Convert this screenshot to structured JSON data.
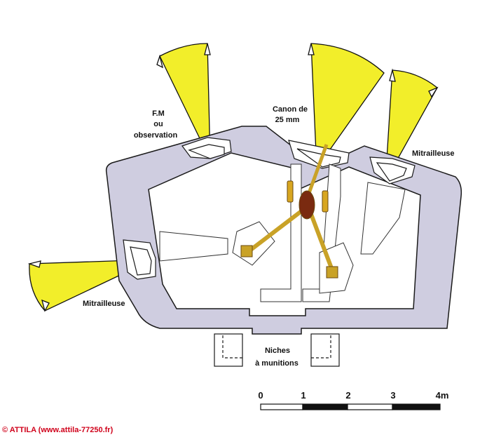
{
  "labels": {
    "fm_line1": "F.M",
    "fm_line2": "ou",
    "fm_line3": "observation",
    "canon_line1": "Canon de",
    "canon_line2": "25 mm",
    "mitrailleuse_right": "Mitrailleuse",
    "mitrailleuse_left": "Mitrailleuse",
    "niches_line1": "Niches",
    "niches_line2": "à munitions"
  },
  "scale_bar": {
    "ticks": [
      "0",
      "1",
      "2",
      "3",
      "4m"
    ]
  },
  "copyright": "© ATTILA (www.attila-77250.fr)",
  "colors": {
    "wall": "#cfcde0",
    "wall_outline": "#1a1a1a",
    "field_of_fire": "#f2ee2a",
    "gun": "#c9a227",
    "gun_dark": "#7a2a10",
    "copyright": "#d0021b"
  }
}
